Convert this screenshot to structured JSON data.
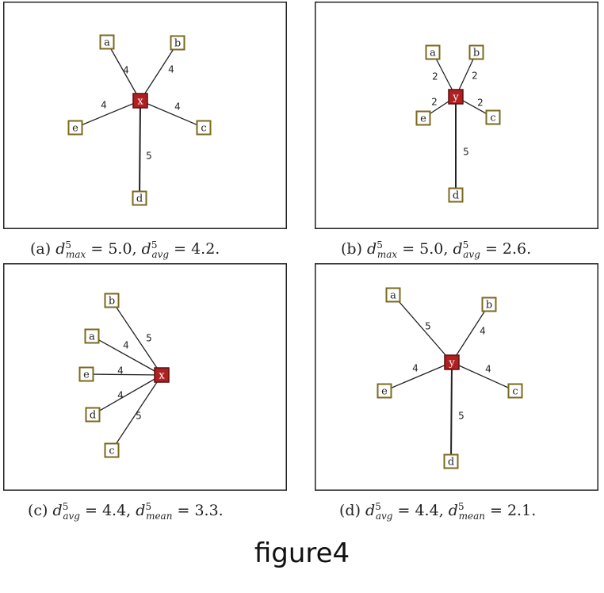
{
  "colors": {
    "center_fill": "#b02020",
    "leaf_border": "#7a6a1e",
    "edge": "#222222",
    "frame": "#222222"
  },
  "figure_title": "figure4",
  "panels": [
    {
      "id": "a",
      "center": "x",
      "edges": [
        {
          "to": "a",
          "weight": "4"
        },
        {
          "to": "b",
          "weight": "4"
        },
        {
          "to": "e",
          "weight": "4"
        },
        {
          "to": "c",
          "weight": "4"
        },
        {
          "to": "d",
          "weight": "5"
        }
      ],
      "caption": {
        "prefix": "(a) ",
        "m1_sub": "max",
        "m1_value": "5.0",
        "m2_sub": "avg",
        "m2_value": "4.2"
      }
    },
    {
      "id": "b",
      "center": "y",
      "edges": [
        {
          "to": "a",
          "weight": "2"
        },
        {
          "to": "b",
          "weight": "2"
        },
        {
          "to": "e",
          "weight": "2"
        },
        {
          "to": "c",
          "weight": "2"
        },
        {
          "to": "d",
          "weight": "5"
        }
      ],
      "caption": {
        "prefix": "(b) ",
        "m1_sub": "max",
        "m1_value": "5.0",
        "m2_sub": "avg",
        "m2_value": "2.6"
      }
    },
    {
      "id": "c",
      "center": "x",
      "edges": [
        {
          "to": "b",
          "weight": "5"
        },
        {
          "to": "a",
          "weight": "4"
        },
        {
          "to": "e",
          "weight": "4"
        },
        {
          "to": "d",
          "weight": "4"
        },
        {
          "to": "c",
          "weight": "5"
        }
      ],
      "caption": {
        "prefix": "(c) ",
        "m1_sub": "avg",
        "m1_value": "4.4",
        "m2_sub": "mean",
        "m2_value": "3.3"
      }
    },
    {
      "id": "d",
      "center": "y",
      "edges": [
        {
          "to": "a",
          "weight": "5"
        },
        {
          "to": "b",
          "weight": "4"
        },
        {
          "to": "e",
          "weight": "4"
        },
        {
          "to": "c",
          "weight": "4"
        },
        {
          "to": "d",
          "weight": "5"
        }
      ],
      "caption": {
        "prefix": "(d) ",
        "m1_sub": "avg",
        "m1_value": "4.4",
        "m2_sub": "mean",
        "m2_value": "2.1"
      }
    }
  ]
}
